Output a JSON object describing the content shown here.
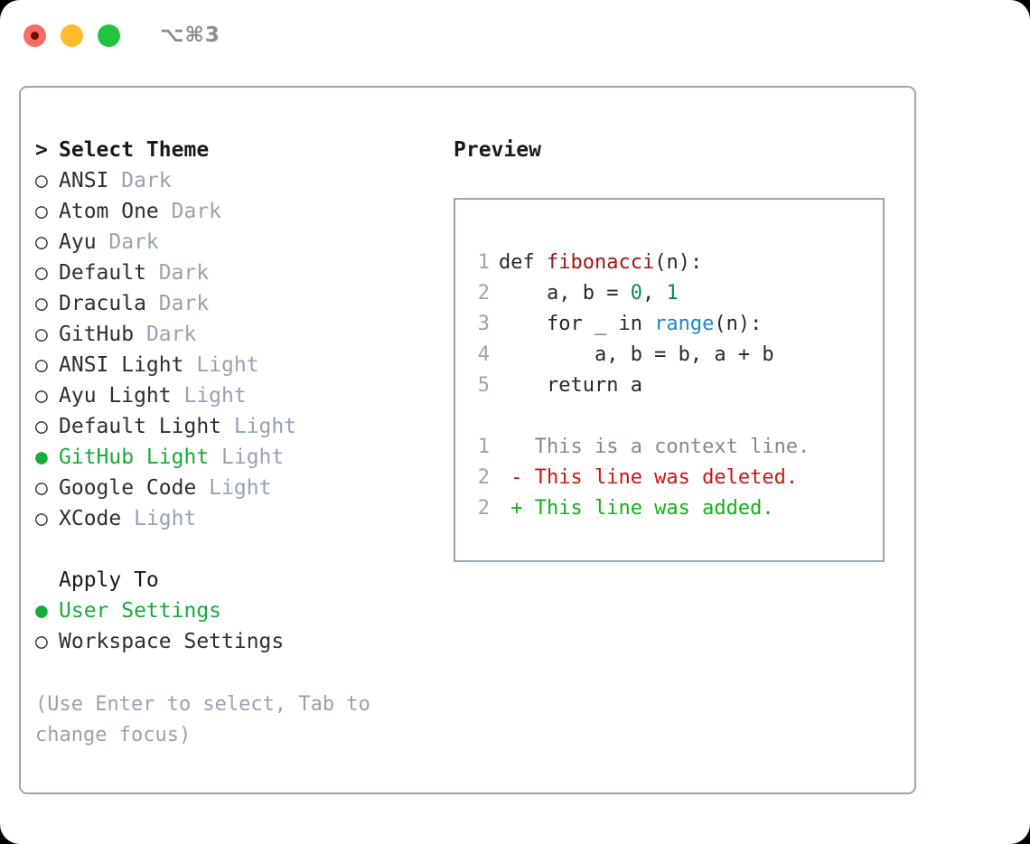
{
  "titlebar": {
    "shortcut": "⌥⌘3",
    "buttons": [
      {
        "name": "close",
        "color": "#fd6b62",
        "focused": true
      },
      {
        "name": "minimize",
        "color": "#fdbc2e",
        "focused": false
      },
      {
        "name": "maximize",
        "color": "#22c33e",
        "focused": false
      }
    ]
  },
  "theme_list": {
    "header": "Select Theme",
    "header_marker": ">",
    "bullet_unselected": "○",
    "bullet_selected": "●",
    "items": [
      {
        "label": "ANSI",
        "variant": "Dark",
        "selected": false
      },
      {
        "label": "Atom One",
        "variant": "Dark",
        "selected": false
      },
      {
        "label": "Ayu",
        "variant": "Dark",
        "selected": false
      },
      {
        "label": "Default",
        "variant": "Dark",
        "selected": false
      },
      {
        "label": "Dracula",
        "variant": "Dark",
        "selected": false
      },
      {
        "label": "GitHub",
        "variant": "Dark",
        "selected": false
      },
      {
        "label": "ANSI Light",
        "variant": "Light",
        "selected": false
      },
      {
        "label": "Ayu Light",
        "variant": "Light",
        "selected": false
      },
      {
        "label": "Default Light",
        "variant": "Light",
        "selected": false
      },
      {
        "label": "GitHub Light",
        "variant": "Light",
        "selected": true
      },
      {
        "label": "Google Code",
        "variant": "Light",
        "selected": false
      },
      {
        "label": "XCode",
        "variant": "Light",
        "selected": false
      }
    ]
  },
  "apply_to": {
    "header": "Apply To",
    "items": [
      {
        "label": "User Settings",
        "selected": true
      },
      {
        "label": "Workspace Settings",
        "selected": false
      }
    ]
  },
  "hint": "(Use Enter to select, Tab to change focus)",
  "preview": {
    "title": "Preview",
    "code_lines": [
      {
        "no": "1",
        "tokens": [
          {
            "t": "def ",
            "k": "kw"
          },
          {
            "t": "fibonacci",
            "k": "fn"
          },
          {
            "t": "(n):",
            "k": "plain"
          }
        ]
      },
      {
        "no": "2",
        "tokens": [
          {
            "t": "    a, b = ",
            "k": "plain"
          },
          {
            "t": "0",
            "k": "num"
          },
          {
            "t": ", ",
            "k": "plain"
          },
          {
            "t": "1",
            "k": "num"
          }
        ]
      },
      {
        "no": "3",
        "tokens": [
          {
            "t": "    for _ in ",
            "k": "plain"
          },
          {
            "t": "range",
            "k": "bi"
          },
          {
            "t": "(n):",
            "k": "plain"
          }
        ]
      },
      {
        "no": "4",
        "tokens": [
          {
            "t": "        a, b = b, a + b",
            "k": "plain"
          }
        ]
      },
      {
        "no": "5",
        "tokens": [
          {
            "t": "    return a",
            "k": "plain"
          }
        ]
      }
    ],
    "diff_lines": [
      {
        "no": "1",
        "sign": " ",
        "text": "This is a context line.",
        "kind": "ctx"
      },
      {
        "no": "2",
        "sign": "-",
        "text": "This line was deleted.",
        "kind": "del"
      },
      {
        "no": "2",
        "sign": "+",
        "text": "This line was added.",
        "kind": "add"
      }
    ]
  },
  "colors": {
    "accent_green": "#18ab3c",
    "muted_blue_gray": "#97a2b3",
    "border": "#9aa5b5",
    "diff_add": "#12b312",
    "diff_del": "#cc1414",
    "syntax_function": "#a31515",
    "syntax_number": "#098658",
    "syntax_builtin": "#1e87c9"
  }
}
